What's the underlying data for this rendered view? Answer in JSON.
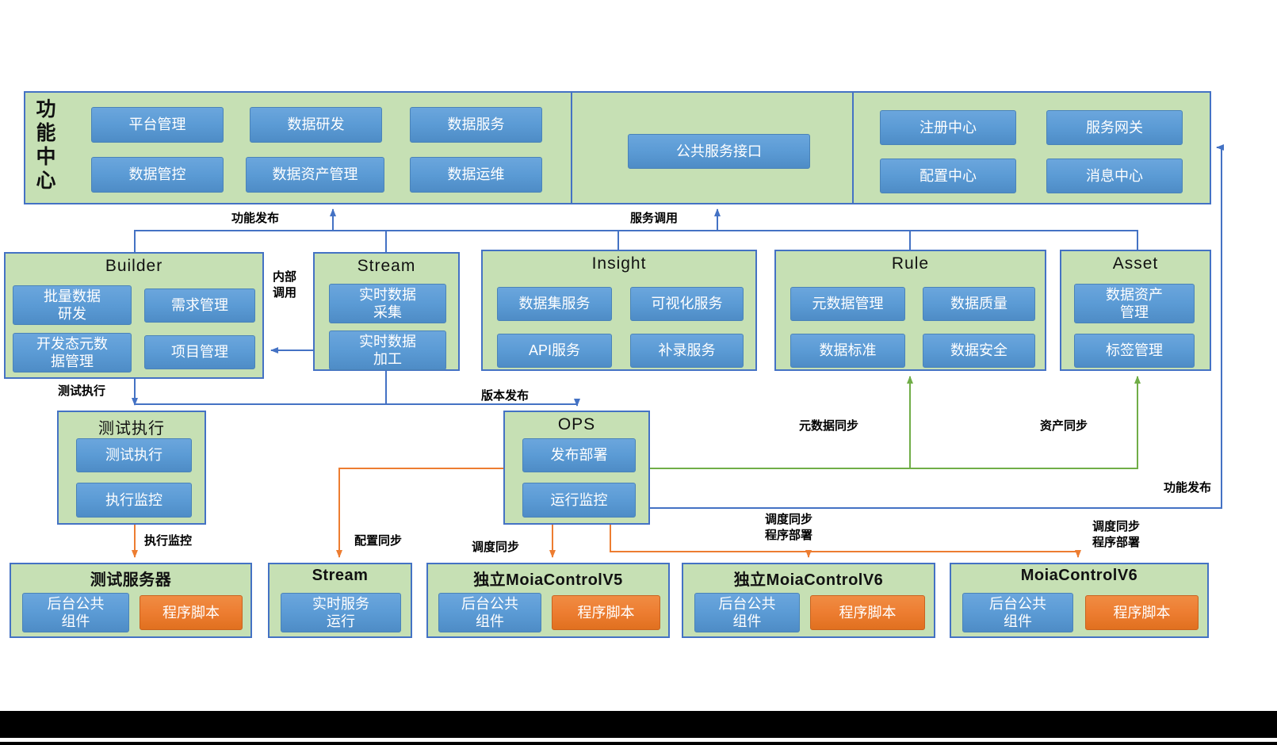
{
  "colors": {
    "panel_fill": "#c6e0b4",
    "panel_border": "#4472c4",
    "button_blue": "#5b9bd5",
    "button_orange": "#ed7d31",
    "arrow_blue": "#4472c4",
    "arrow_green": "#70ad47",
    "arrow_orange": "#ed7d31"
  },
  "function_center": {
    "label": "功\n能\n中\n心",
    "buttons_left": [
      "平台管理",
      "数据研发",
      "数据服务",
      "数据管控",
      "数据资产管理",
      "数据运维"
    ],
    "button_middle": "公共服务接口",
    "buttons_right": [
      "注册中心",
      "服务网关",
      "配置中心",
      "消息中心"
    ]
  },
  "products": {
    "builder": {
      "title": "Builder",
      "buttons": [
        "批量数据\n研发",
        "需求管理",
        "开发态元数\n据管理",
        "项目管理"
      ]
    },
    "stream": {
      "title": "Stream",
      "buttons": [
        "实时数据\n采集",
        "实时数据\n加工"
      ]
    },
    "insight": {
      "title": "Insight",
      "buttons": [
        "数据集服务",
        "可视化服务",
        "API服务",
        "补录服务"
      ]
    },
    "rule": {
      "title": "Rule",
      "buttons": [
        "元数据管理",
        "数据质量",
        "数据标准",
        "数据安全"
      ]
    },
    "asset": {
      "title": "Asset",
      "buttons": [
        "数据资产\n管理",
        "标签管理"
      ]
    }
  },
  "runtime": {
    "test_exec": {
      "title": "测试执行",
      "buttons": [
        "测试执行",
        "执行监控"
      ]
    },
    "ops": {
      "title": "OPS",
      "buttons": [
        "发布部署",
        "运行监控"
      ]
    }
  },
  "servers": {
    "test_server": {
      "title": "测试服务器",
      "component": "后台公共\n组件",
      "script": "程序脚本"
    },
    "stream": {
      "title": "Stream",
      "component": "实时服务\n运行"
    },
    "moia_v5": {
      "title": "独立MoiaControlV5",
      "component": "后台公共\n组件",
      "script": "程序脚本"
    },
    "moia_v6_standalone": {
      "title": "独立MoiaControlV6",
      "component": "后台公共\n组件",
      "script": "程序脚本"
    },
    "moia_v6": {
      "title": "MoiaControlV6",
      "component": "后台公共\n组件",
      "script": "程序脚本"
    }
  },
  "edge_labels": {
    "function_publish_left": "功能发布",
    "service_call": "服务调用",
    "internal_call": "内部\n调用",
    "test_exec": "测试执行",
    "version_publish": "版本发布",
    "metadata_sync": "元数据同步",
    "asset_sync": "资产同步",
    "function_publish_right": "功能发布",
    "exec_monitor": "执行监控",
    "config_sync": "配置同步",
    "schedule_sync": "调度同步",
    "schedule_deploy_mid": "调度同步\n程序部署",
    "schedule_deploy_right": "调度同步\n程序部署"
  }
}
